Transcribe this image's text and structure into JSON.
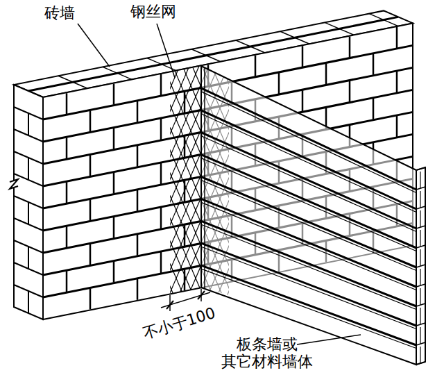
{
  "diagram": {
    "labels": [
      "砖墙",
      "钢丝网",
      "不小于100",
      "板条墙或 其它材料墙体"
    ]
  }
}
